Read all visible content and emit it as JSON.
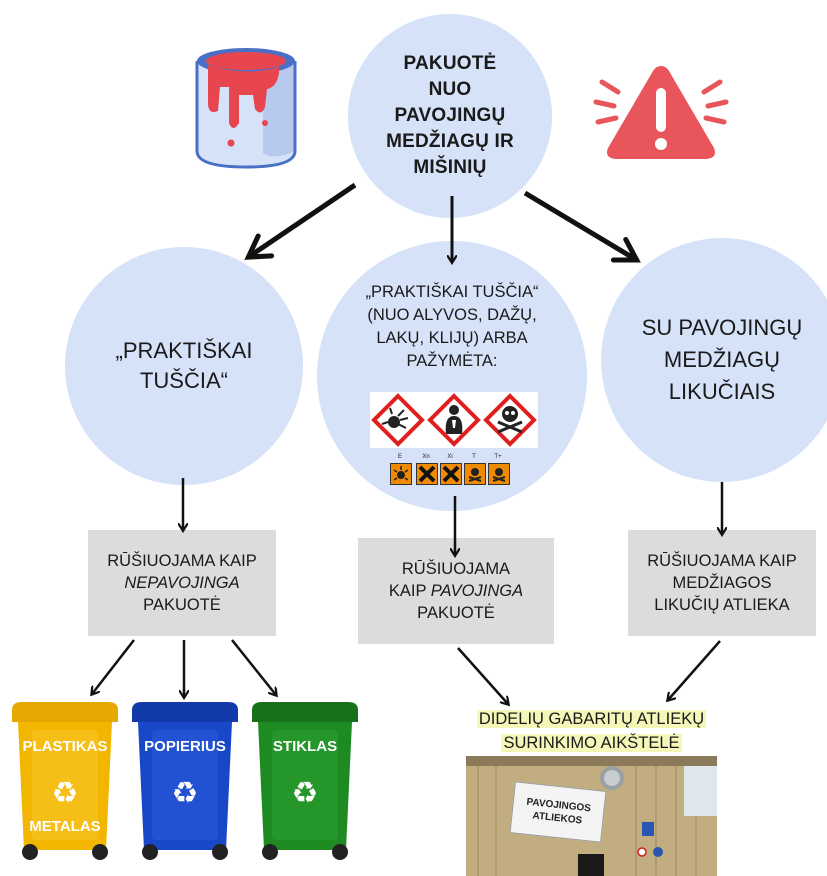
{
  "top_node": {
    "lines": [
      "PAKUOTĖ",
      "NUO",
      "PAVOJINGŲ",
      "MEDŽIAGŲ IR",
      "MIŠINIŲ"
    ]
  },
  "branches": {
    "left": {
      "lines": [
        "„PRAKTIŠKAI",
        "TUŠČIA“"
      ]
    },
    "middle": {
      "lines": [
        "„PRAKTIŠKAI TUŠČIA“",
        "(NUO ALYVOS, DAŽŲ,",
        "LAKŲ, KLIJŲ) ARBA",
        "PAŽYMĖTA:"
      ],
      "eu_symbol_codes": [
        "E",
        "Xn",
        "Xi",
        "T",
        "T+"
      ]
    },
    "right": {
      "lines": [
        "SU PAVOJINGŲ",
        "MEDŽIAGŲ",
        "LIKUČIAIS"
      ]
    }
  },
  "sort_boxes": {
    "left": {
      "line1": "RŪŠIUOJAMA KAIP",
      "line2": "NEPAVOJINGA",
      "line3": "PAKUOTĖ"
    },
    "middle": {
      "line1": "RŪŠIUOJAMA",
      "line2a": "KAIP ",
      "line2b": "PAVOJINGA",
      "line3": "PAKUOTĖ"
    },
    "right": {
      "line1": "RŪŠIUOJAMA KAIP",
      "line2": "MEDŽIAGOS",
      "line3": "LIKUČIŲ ATLIEKA"
    }
  },
  "bins": [
    {
      "label": "PLASTIKAS",
      "label2": "METALAS",
      "color": "#f2b600"
    },
    {
      "label": "POPIERIUS",
      "color": "#1848c8"
    },
    {
      "label": "STIKLAS",
      "color": "#1e8a22"
    }
  ],
  "facility": {
    "line1": "DIDELIŲ GABARITŲ ATLIEKŲ",
    "line2": "SURINKIMO AIKŠTELĖ",
    "sign_line1": "PAVOJINGOS",
    "sign_line2": "ATLIEKOS",
    "highlight_color": "#f4f7b8"
  },
  "colors": {
    "circle": "#d6e2f8",
    "box": "#dcdcdc",
    "warning": "#e8565c",
    "arrow": "#111111"
  },
  "icons": [
    "paint-can-icon",
    "warning-triangle-icon",
    "recycle-icon",
    "explosive-pictogram-icon",
    "health-hazard-pictogram-icon",
    "skull-crossbones-pictogram-icon"
  ]
}
